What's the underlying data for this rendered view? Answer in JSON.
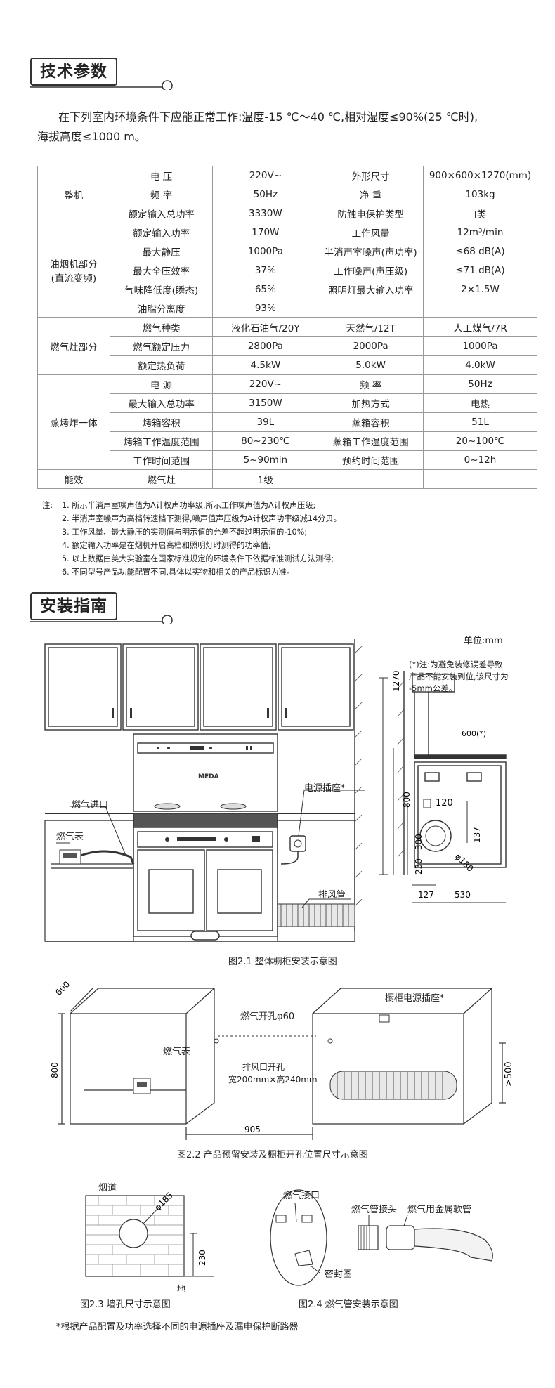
{
  "section1": {
    "title": "技术参数"
  },
  "intro": {
    "line1": "在下列室内环境条件下应能正常工作:温度-15 ℃～40 ℃,相对湿度≤90%(25 ℃时),",
    "line2": "海拔高度≤1000 m。"
  },
  "groups": {
    "whole": "整机",
    "hood": "油烟机部分",
    "hood_sub": "(直流变频)",
    "stove": "燃气灶部分",
    "steam": "蒸烤炸一体",
    "energy": "能效"
  },
  "rows": [
    [
      "电 压",
      "220V~",
      "外形尺寸",
      "900×600×1270(mm)"
    ],
    [
      "频 率",
      "50Hz",
      "净 重",
      "103kg"
    ],
    [
      "额定输入总功率",
      "3330W",
      "防触电保护类型",
      "Ⅰ类"
    ],
    [
      "额定输入功率",
      "170W",
      "工作风量",
      "12m³/min"
    ],
    [
      "最大静压",
      "1000Pa",
      "半消声室噪声(声功率)",
      "≤68 dB(A)"
    ],
    [
      "最大全压效率",
      "37%",
      "工作噪声(声压级)",
      "≤71 dB(A)"
    ],
    [
      "气味降低度(瞬态)",
      "65%",
      "照明灯最大输入功率",
      "2×1.5W"
    ],
    [
      "油脂分离度",
      "93%",
      "",
      ""
    ],
    [
      "燃气种类",
      "液化石油气/20Y",
      "天然气/12T",
      "人工煤气/7R"
    ],
    [
      "燃气额定压力",
      "2800Pa",
      "2000Pa",
      "1000Pa"
    ],
    [
      "额定热负荷",
      "4.5kW",
      "5.0kW",
      "4.0kW"
    ],
    [
      "电 源",
      "220V~",
      "频 率",
      "50Hz"
    ],
    [
      "最大输入总功率",
      "3150W",
      "加热方式",
      "电热"
    ],
    [
      "烤箱容积",
      "39L",
      "蒸箱容积",
      "51L"
    ],
    [
      "烤箱工作温度范围",
      "80~230℃",
      "蒸箱工作温度范围",
      "20~100℃"
    ],
    [
      "工作时间范围",
      "5~90min",
      "预约时间范围",
      "0~12h"
    ],
    [
      "燃气灶",
      "1级",
      "",
      ""
    ]
  ],
  "notes": {
    "prefix": "注:",
    "items": [
      "1.  所示半消声室噪声值为A计权声功率级,所示工作噪声值为A计权声压级;",
      "2.  半消声室噪声为高档转速档下测得,噪声值声压级为A计权声功率级减14分贝。",
      "3.  工作风量、最大静压的实测值与明示值的允差不超过明示值的-10%;",
      "4.  额定输入功率是在烟机开启高档和照明灯时测得的功率值;",
      "5.  以上数据由美大实验室在国家标准规定的环境条件下依据标准测试方法测得;",
      "6.  不同型号产品功能配置不同,具体以实物和相关的产品标识为准。"
    ]
  },
  "section2": {
    "title": "安装指南"
  },
  "fig1": {
    "unit": "单位:mm",
    "note": [
      "(*)注:为避免装修误差导致",
      "产品不能安装到位,该尺寸为",
      "-5mm公差。"
    ],
    "gas_inlet": "燃气进口",
    "gas_meter": "燃气表",
    "power_socket": "电源插座*",
    "exhaust_pipe": "排风管",
    "brand": "MEDA",
    "dims": {
      "d600": "600(*)",
      "d1270": "1270",
      "d800": "800",
      "d300": "300",
      "d230": "230",
      "d120": "120",
      "d137": "137",
      "d180": "φ180",
      "d127": "127",
      "d530": "530"
    },
    "caption": "图2.1 整体橱柜安装示意图"
  },
  "fig2": {
    "d600": "600",
    "d800": "800",
    "gas_hole": "燃气开孔φ60",
    "cabinet_socket": "橱柜电源插座*",
    "gas_meter": "燃气表",
    "exhaust_hole": "排风口开孔",
    "exhaust_size": "宽200mm×高240mm",
    "d500": ">500",
    "d905": "905",
    "caption": "图2.2 产品预留安装及橱柜开孔位置尺寸示意图"
  },
  "fig3": {
    "flue": "烟道",
    "d185": "φ185",
    "d230": "230",
    "ground": "地",
    "caption": "图2.3 墙孔尺寸示意图"
  },
  "fig4": {
    "gas_port": "燃气接口",
    "gas_joint": "燃气管接头",
    "metal_hose": "燃气用金属软管",
    "seal": "密封圈",
    "caption": "图2.4 燃气管安装示意图"
  },
  "footer": "*根据产品配置及功率选择不同的电源插座及漏电保护断路器。"
}
